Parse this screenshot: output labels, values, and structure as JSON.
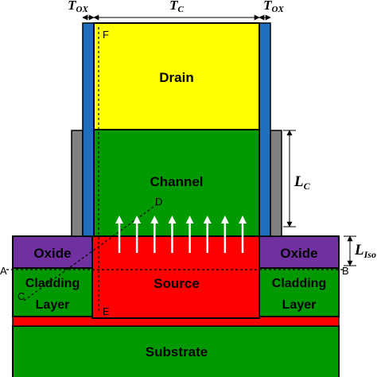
{
  "regions": {
    "drain": "Drain",
    "channel": "Channel",
    "source": "Source",
    "substrate": "Substrate",
    "oxide_left": "Oxide",
    "oxide_right": "Oxide",
    "cladding_left_line1": "Cladding",
    "cladding_left_line2": "Layer",
    "cladding_right_line1": "Cladding",
    "cladding_right_line2": "Layer"
  },
  "dimensions": {
    "t_ox_left": {
      "main": "T",
      "sub": "OX"
    },
    "t_c": {
      "main": "T",
      "sub": "C"
    },
    "t_ox_right": {
      "main": "T",
      "sub": "OX"
    },
    "l_c": {
      "main": "L",
      "sub": "C"
    },
    "l_iso": {
      "main": "L",
      "sub": "Iso"
    }
  },
  "points": {
    "a": "A",
    "b": "B",
    "c": "C",
    "d": "D",
    "e": "E",
    "f": "F"
  },
  "colors": {
    "drain": "#ffff00",
    "channel": "#009900",
    "source": "#ff0000",
    "substrate": "#009900",
    "oxide": "#7030a0",
    "gate_oxide": "#1f6fc0",
    "gate_metal": "#808080",
    "arrow": "#ffffff",
    "outline": "#000000"
  },
  "current_arrow_count": 8
}
